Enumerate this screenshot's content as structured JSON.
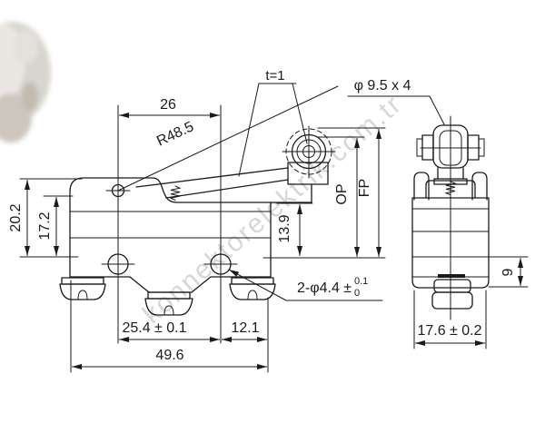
{
  "watermark": "konnektorelektrik.com.tr",
  "colors": {
    "line": "#1a1a1a",
    "watermark": "#b8b8b8",
    "background": "#ffffff"
  },
  "callouts": {
    "lever_thickness": "t=1",
    "roller_size": "φ 9.5 x 4",
    "lever_radius": "R48.5",
    "mount_holes_main": "2-φ4.4 ±",
    "mount_holes_tol_top": "0.1",
    "mount_holes_tol_bottom": "0"
  },
  "dimensions": {
    "lever_offset": "26",
    "height_total": "20.2",
    "height_pivot": "17.2",
    "plunger_height": "13.9",
    "op": "OP",
    "fp": "FP",
    "hole_spacing": "25.4 ± 0.1",
    "hole_to_edge": "12.1",
    "body_length": "49.6",
    "side_width": "17.6 ± 0.2",
    "side_bottom_height": "9"
  }
}
